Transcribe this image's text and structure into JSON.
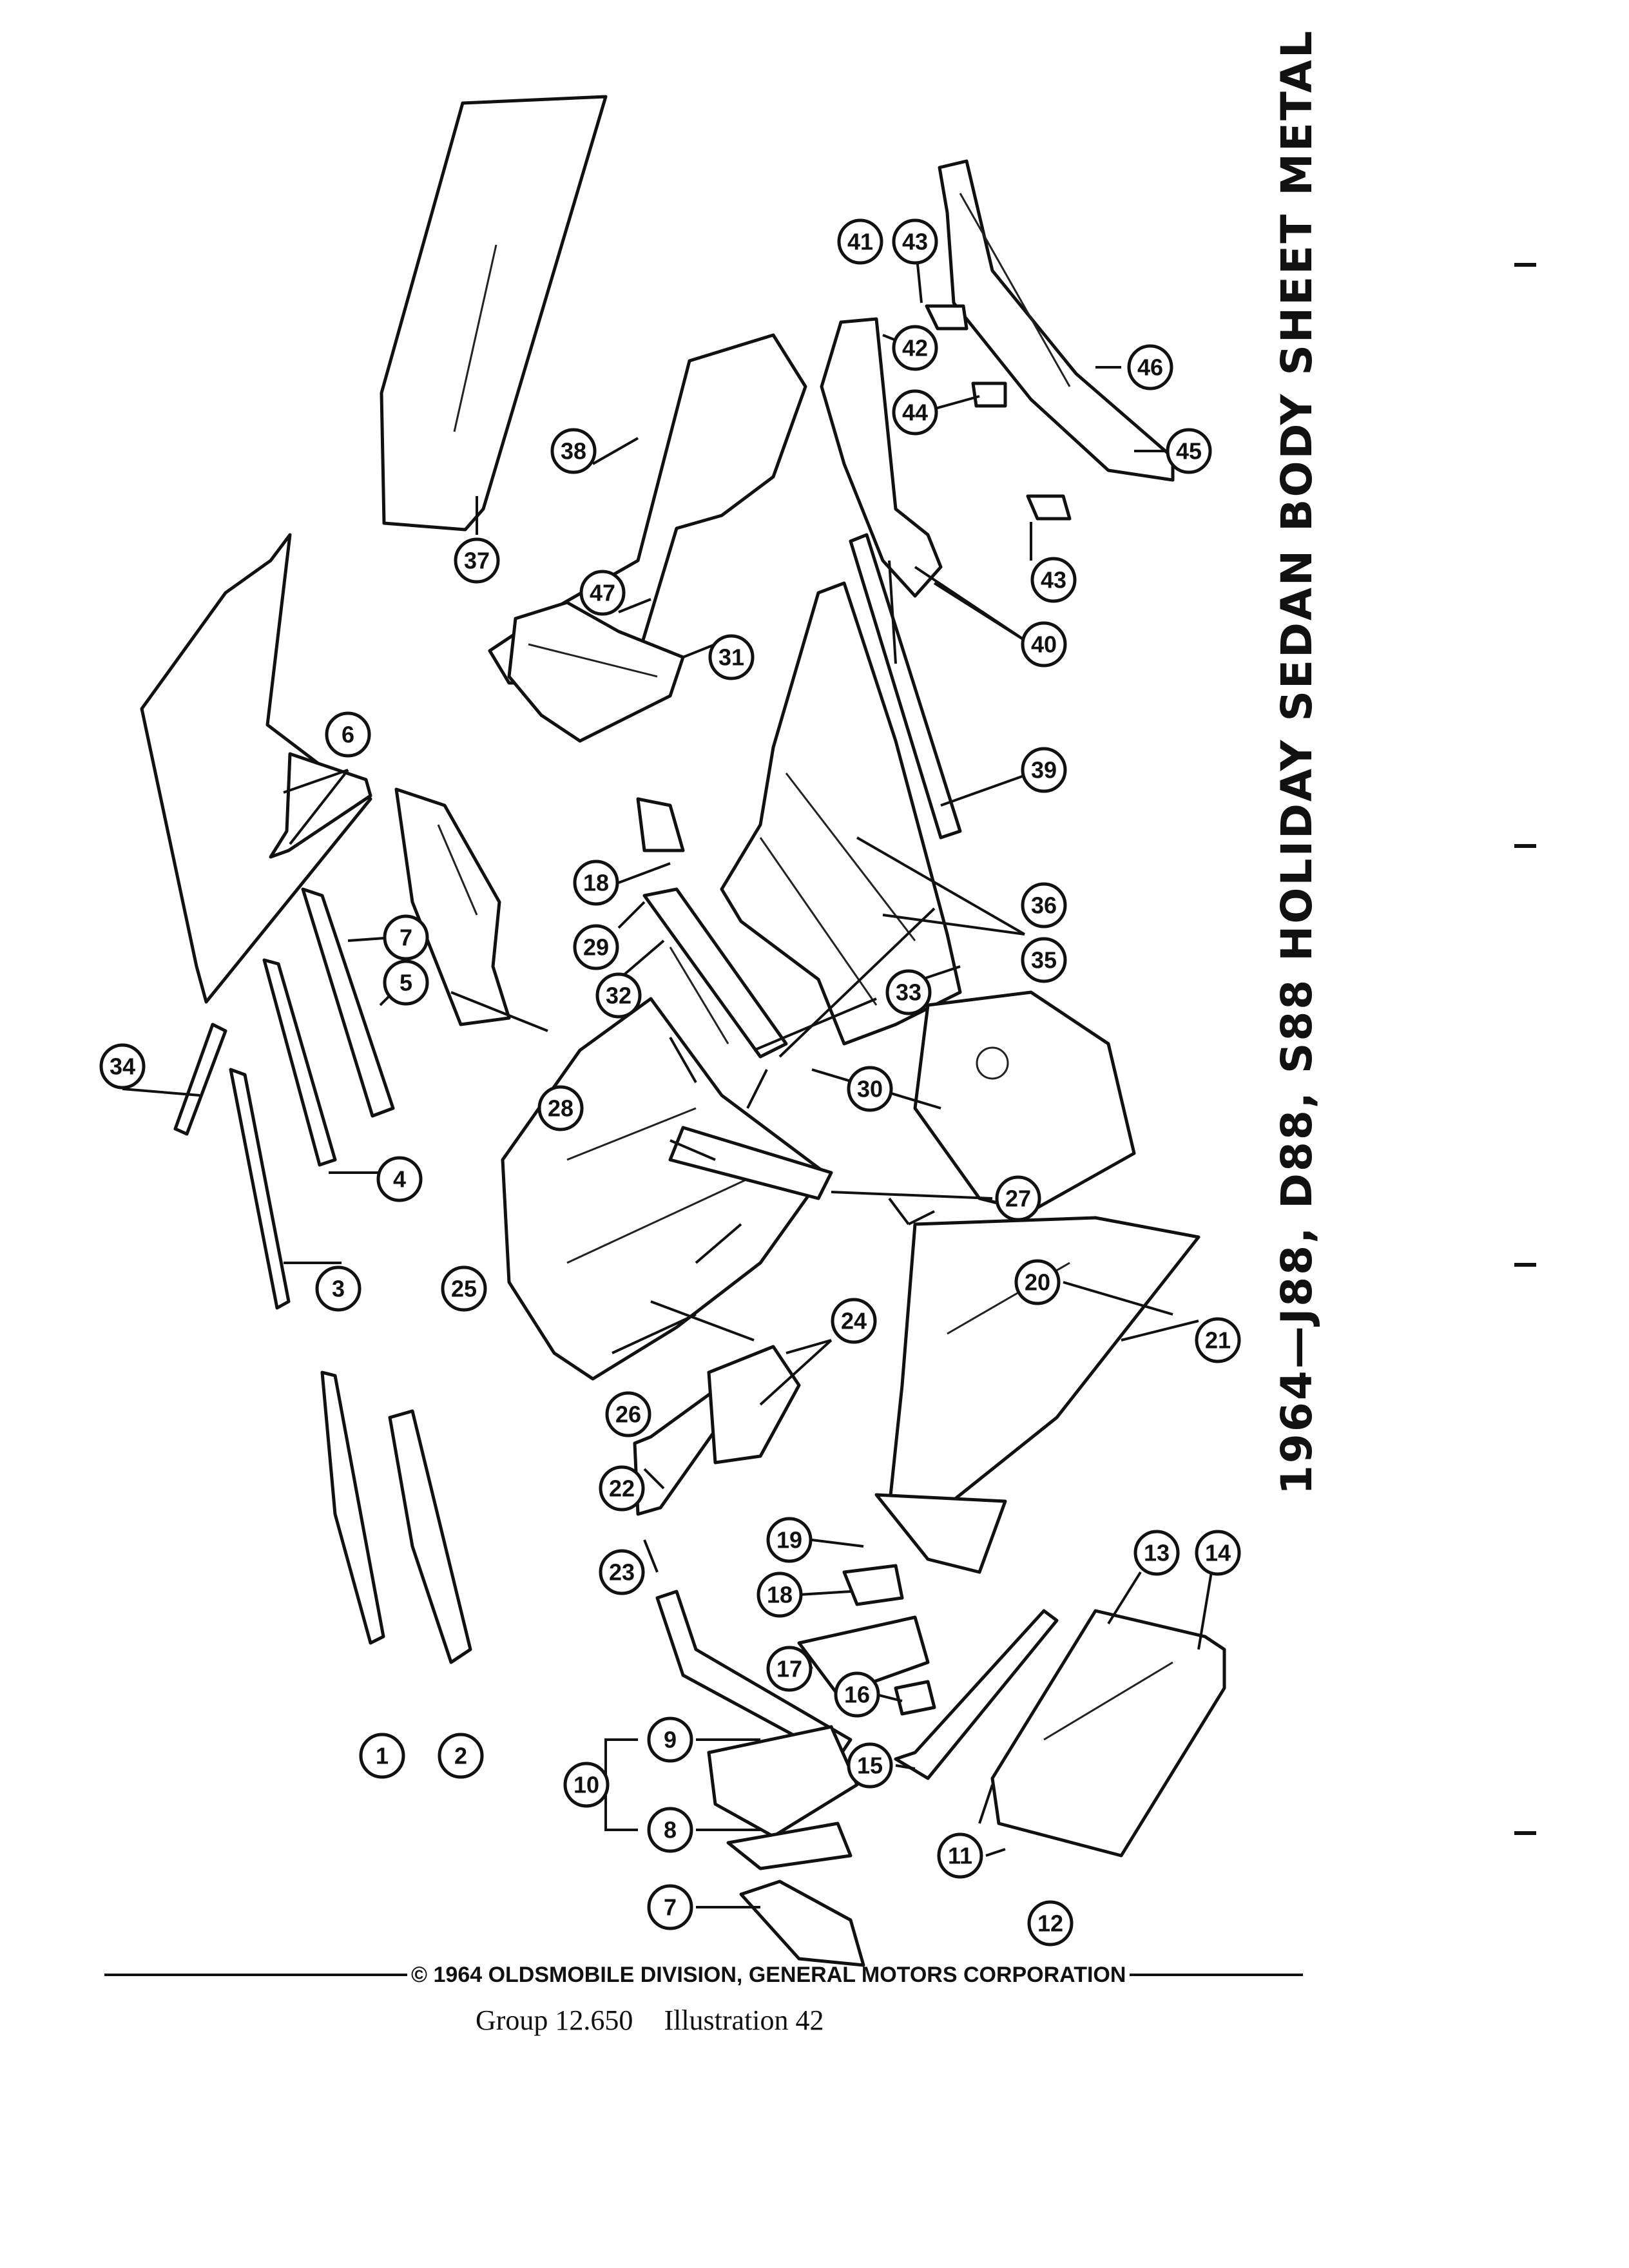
{
  "title": "1964—J88, D88, S88 HOLIDAY SEDAN BODY SHEET METAL",
  "footer": {
    "copyright": "© 1964 OLDSMOBILE DIVISION, GENERAL MOTORS CORPORATION",
    "group": "Group 12.650",
    "illustration": "Illustration 42"
  },
  "callouts": {
    "c1": "1",
    "c2": "2",
    "c3": "3",
    "c4": "4",
    "c5": "5",
    "c6": "6",
    "c7a": "7",
    "c7b": "7",
    "c8": "8",
    "c9": "9",
    "c10": "10",
    "c11": "11",
    "c12": "12",
    "c13": "13",
    "c14": "14",
    "c15": "15",
    "c16": "16",
    "c17": "17",
    "c18a": "18",
    "c18b": "18",
    "c19": "19",
    "c20": "20",
    "c21": "21",
    "c22": "22",
    "c23": "23",
    "c24": "24",
    "c25": "25",
    "c26": "26",
    "c27": "27",
    "c28": "28",
    "c29": "29",
    "c30": "30",
    "c31": "31",
    "c32": "32",
    "c33": "33",
    "c34": "34",
    "c35": "35",
    "c36": "36",
    "c37": "37",
    "c38": "38",
    "c39": "39",
    "c40": "40",
    "c41": "41",
    "c42": "42",
    "c43a": "43",
    "c43b": "43",
    "c44": "44",
    "c45": "45",
    "c46": "46",
    "c47": "47"
  }
}
